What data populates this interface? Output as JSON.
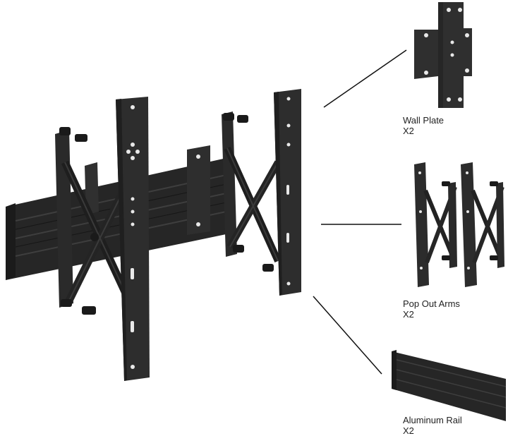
{
  "colors": {
    "metal": "#2b2b2b",
    "metal_dark": "#1a1a1a",
    "metal_light": "#3d3d3d",
    "hole": "#e8e8e8",
    "leader_line": "#111111",
    "background": "#ffffff"
  },
  "callouts": [
    {
      "name": "Wall Plate",
      "qty": "X2"
    },
    {
      "name": "Pop Out Arms",
      "qty": "X2"
    },
    {
      "name": "Aluminum Rail",
      "qty": "X2"
    }
  ]
}
